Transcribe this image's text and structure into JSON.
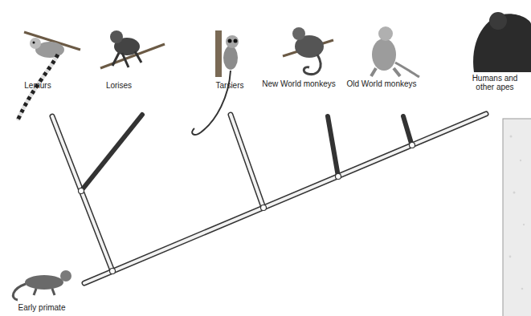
{
  "diagram": {
    "labels": [
      "Lemurs",
      "Lorises",
      "Tarsiers",
      "New World monkeys",
      "Old World monkeys",
      "Humans and other apes",
      "Early primate"
    ]
  }
}
